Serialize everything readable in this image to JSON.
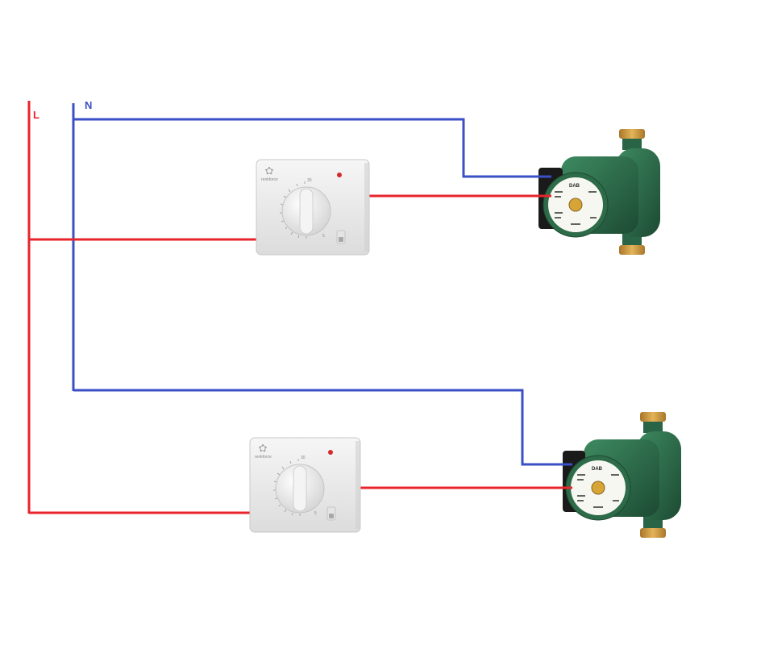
{
  "labels": {
    "line": "L",
    "neutral": "N"
  },
  "colors": {
    "line_wire": "#e8242c",
    "neutral_wire": "#3b4fc6",
    "pump_body": "#2f6e4c",
    "brass": "#c9953d",
    "thermostat_body": "#ececec"
  },
  "thermostats": [
    {
      "brand": "renkforce",
      "max_mark": "30",
      "min_mark": "5"
    },
    {
      "brand": "renkforce",
      "max_mark": "30",
      "min_mark": "5"
    }
  ],
  "pumps": [
    {
      "brand": "DAB"
    },
    {
      "brand": "DAB"
    }
  ]
}
